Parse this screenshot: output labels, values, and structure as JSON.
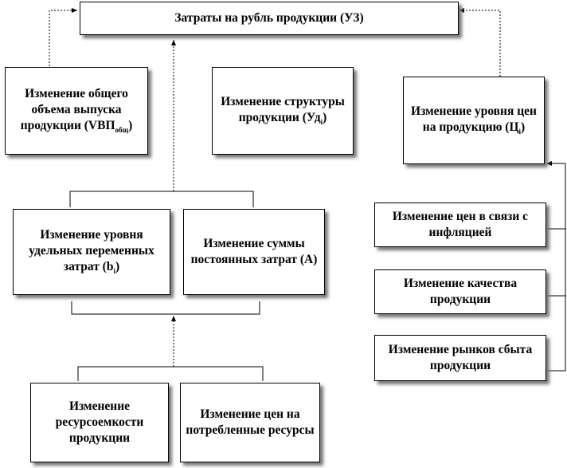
{
  "nodes": {
    "top": {
      "text": "Затраты на рубль продукции (УЗ)"
    },
    "volume": {
      "pre": "Изменение общего объема выпуска продукции (VВП",
      "sub": "общ",
      "post": ")"
    },
    "structure": {
      "pre": "Изменение структуры продукции (Уд",
      "sub": "i",
      "post": ")"
    },
    "prices": {
      "pre": "Изменение уровня цен на продукцию (Ц",
      "sub": "i",
      "post": ")"
    },
    "varcost": {
      "pre": "Изменение уровня удельных переменных затрат (b",
      "sub": "i",
      "post": ")"
    },
    "fixcost": {
      "text": "Изменение суммы постоянных затрат (А)"
    },
    "inflation": {
      "text": "Изменение цен в связи с инфляцией"
    },
    "quality": {
      "text": "Изменение качества продукции"
    },
    "markets": {
      "text": "Изменение рынков сбыта продукции"
    },
    "resource": {
      "text": "Изменение ресурсоемкости продукции"
    },
    "resprice": {
      "text": "Изменение цен на потребленные ресурсы"
    }
  }
}
